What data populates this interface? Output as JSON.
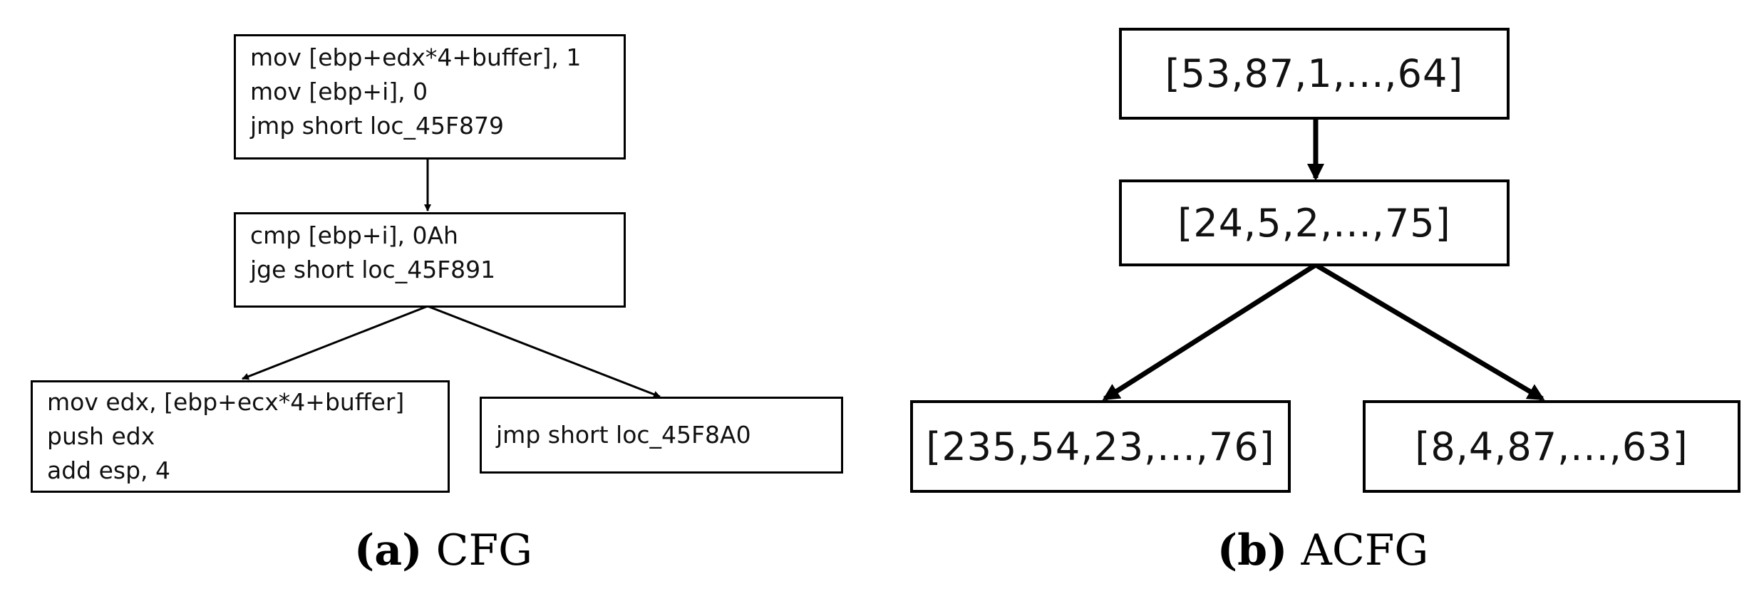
{
  "cfg": {
    "nodes": [
      {
        "id": "block-1",
        "lines": [
          "mov [ebp+edx*4+buffer], 1",
          "mov [ebp+i], 0",
          "jmp short loc_45F879"
        ]
      },
      {
        "id": "block-2",
        "lines": [
          "cmp [ebp+i], 0Ah",
          "jge short loc_45F891"
        ]
      },
      {
        "id": "block-3",
        "lines": [
          "mov edx, [ebp+ecx*4+buffer]",
          "push edx",
          "add esp, 4"
        ]
      },
      {
        "id": "block-4",
        "lines": [
          "jmp short loc_45F8A0"
        ]
      }
    ],
    "edges": [
      [
        "block-1",
        "block-2"
      ],
      [
        "block-2",
        "block-3"
      ],
      [
        "block-2",
        "block-4"
      ]
    ]
  },
  "acfg": {
    "nodes": [
      {
        "id": "vec-1",
        "label": "[53,87,1,...,64]"
      },
      {
        "id": "vec-2",
        "label": "[24,5,2,...,75]"
      },
      {
        "id": "vec-3",
        "label": "[235,54,23,...,76]"
      },
      {
        "id": "vec-4",
        "label": "[8,4,87,...,63]"
      }
    ],
    "edges": [
      [
        "vec-1",
        "vec-2"
      ],
      [
        "vec-2",
        "vec-3"
      ],
      [
        "vec-2",
        "vec-4"
      ]
    ]
  },
  "captions": {
    "a": {
      "label": "(a)",
      "text": "CFG"
    },
    "b": {
      "label": "(b)",
      "text": "ACFG"
    }
  }
}
